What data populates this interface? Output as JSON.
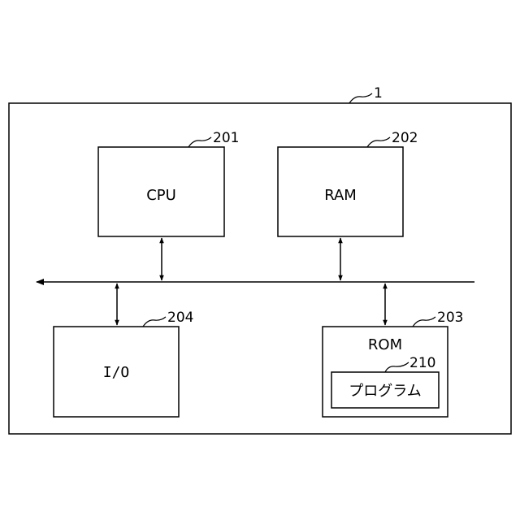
{
  "diagram": {
    "system": {
      "ref": "1"
    },
    "cpu": {
      "label": "CPU",
      "ref": "201"
    },
    "ram": {
      "label": "RAM",
      "ref": "202"
    },
    "rom": {
      "label": "ROM",
      "ref": "203"
    },
    "io": {
      "label": "I/O",
      "ref": "204"
    },
    "program": {
      "label": "プログラム",
      "ref": "210"
    }
  }
}
